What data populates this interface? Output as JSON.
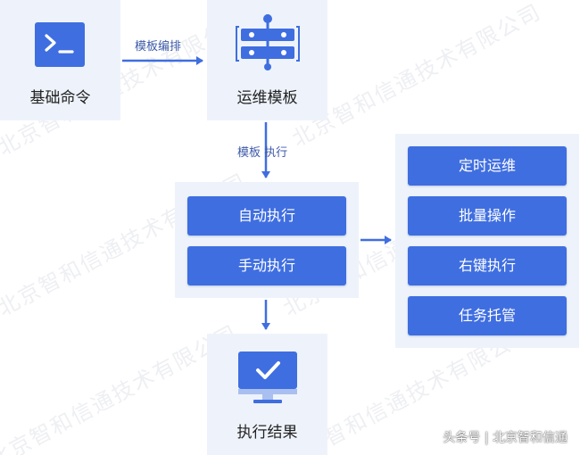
{
  "nodes": {
    "basic_commands": "基础命令",
    "ops_template": "运维模板",
    "exec_result": "执行结果"
  },
  "edges": {
    "template_orchestration": "模板编排",
    "template_execution": "模板  执行"
  },
  "exec_modes": [
    "自动执行",
    "手动执行"
  ],
  "exec_targets": [
    "定时运维",
    "批量操作",
    "右键执行",
    "任务托管"
  ],
  "watermark": "北京智和信通技术有限公司",
  "source": "头条号 | 北京智和信通",
  "colors": {
    "accent": "#3f6ee0",
    "panel": "#eef3fb",
    "arrow": "#3f6ee0"
  }
}
